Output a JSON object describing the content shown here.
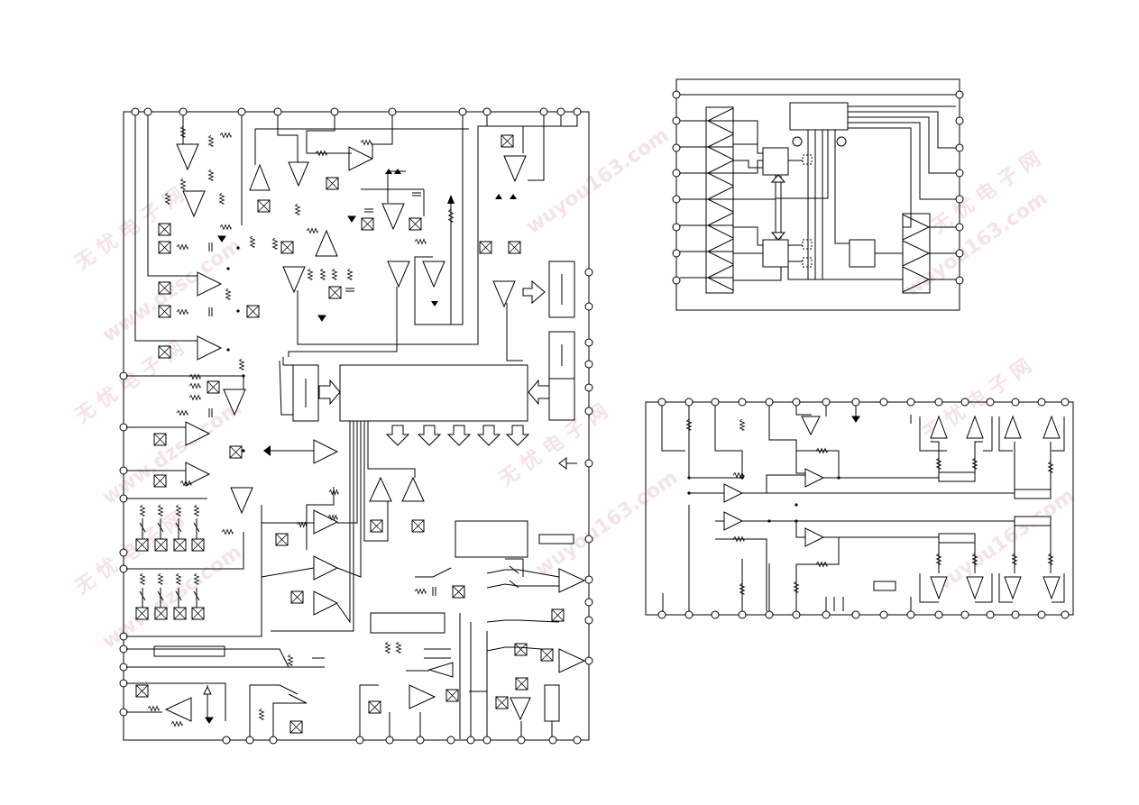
{
  "page": {
    "background": "#ffffff",
    "line_color": "#000000",
    "watermark_color": "#e8b0b0"
  },
  "watermark": {
    "texts": [
      "无 忧 电 子 网",
      "www.dzsc.com",
      "wuyou163.com"
    ]
  },
  "diagrams": [
    {
      "id": "ic-left",
      "description_icon": "ic-block-diagram-icon"
    },
    {
      "id": "ic-top-right",
      "description_icon": "ic-block-diagram-icon"
    },
    {
      "id": "ic-bottom-right",
      "description_icon": "ic-block-diagram-icon"
    }
  ]
}
